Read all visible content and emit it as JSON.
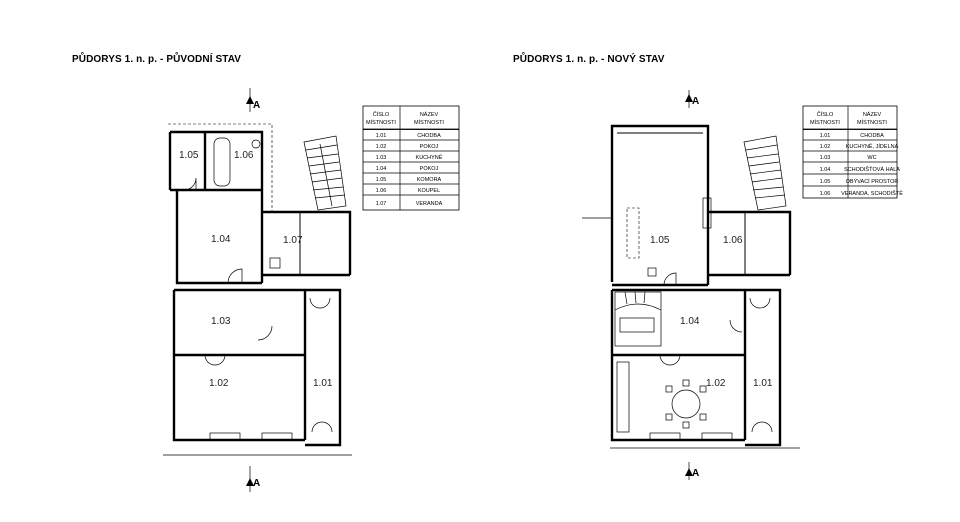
{
  "left_plan": {
    "title": "PŮDORYS 1. n. p. - PŮVODNÍ STAV",
    "section_marker": "A",
    "rooms": [
      {
        "id": "r105",
        "label": "1.05"
      },
      {
        "id": "r106",
        "label": "1.06"
      },
      {
        "id": "r104",
        "label": "1.04"
      },
      {
        "id": "r107",
        "label": "1.07"
      },
      {
        "id": "r103",
        "label": "1.03"
      },
      {
        "id": "r102",
        "label": "1.02"
      },
      {
        "id": "r101",
        "label": "1.01"
      }
    ],
    "table": {
      "header_number": [
        "ČÍSLO",
        "MÍSTNOSTI"
      ],
      "header_name": [
        "NÁZEV",
        "MÍSTNOSTI"
      ],
      "rows": [
        {
          "number": "1.01",
          "name": "CHODBA"
        },
        {
          "number": "1.02",
          "name": "POKOJ"
        },
        {
          "number": "1.03",
          "name": "KUCHYNĚ"
        },
        {
          "number": "1.04",
          "name": "POKOJ"
        },
        {
          "number": "1.05",
          "name": "KOMORA"
        },
        {
          "number": "1.06",
          "name": "KOUPEL"
        },
        {
          "number": "1.07",
          "name": "VERANDA"
        }
      ]
    }
  },
  "right_plan": {
    "title": "PŮDORYS 1. n. p. - NOVÝ STAV",
    "section_marker": "A",
    "rooms": [
      {
        "id": "n105",
        "label": "1.05"
      },
      {
        "id": "n106",
        "label": "1.06"
      },
      {
        "id": "n104",
        "label": "1.04"
      },
      {
        "id": "n102",
        "label": "1.02"
      },
      {
        "id": "n101",
        "label": "1.01"
      }
    ],
    "table": {
      "header_number": [
        "ČÍSLO",
        "MÍSTNOSTI"
      ],
      "header_name": [
        "NÁZEV",
        "MÍSTNOSTI"
      ],
      "rows": [
        {
          "number": "1.01",
          "name": "CHODBA"
        },
        {
          "number": "1.02",
          "name": "KUCHYNĚ, JÍDELNA"
        },
        {
          "number": "1.03",
          "name": "WC"
        },
        {
          "number": "1.04",
          "name": "SCHODIŠŤOVÁ HALA"
        },
        {
          "number": "1.05",
          "name": "OBÝVACÍ PROSTOR"
        },
        {
          "number": "1.06",
          "name": "VERANDA, SCHODIŠTĚ"
        }
      ]
    }
  }
}
